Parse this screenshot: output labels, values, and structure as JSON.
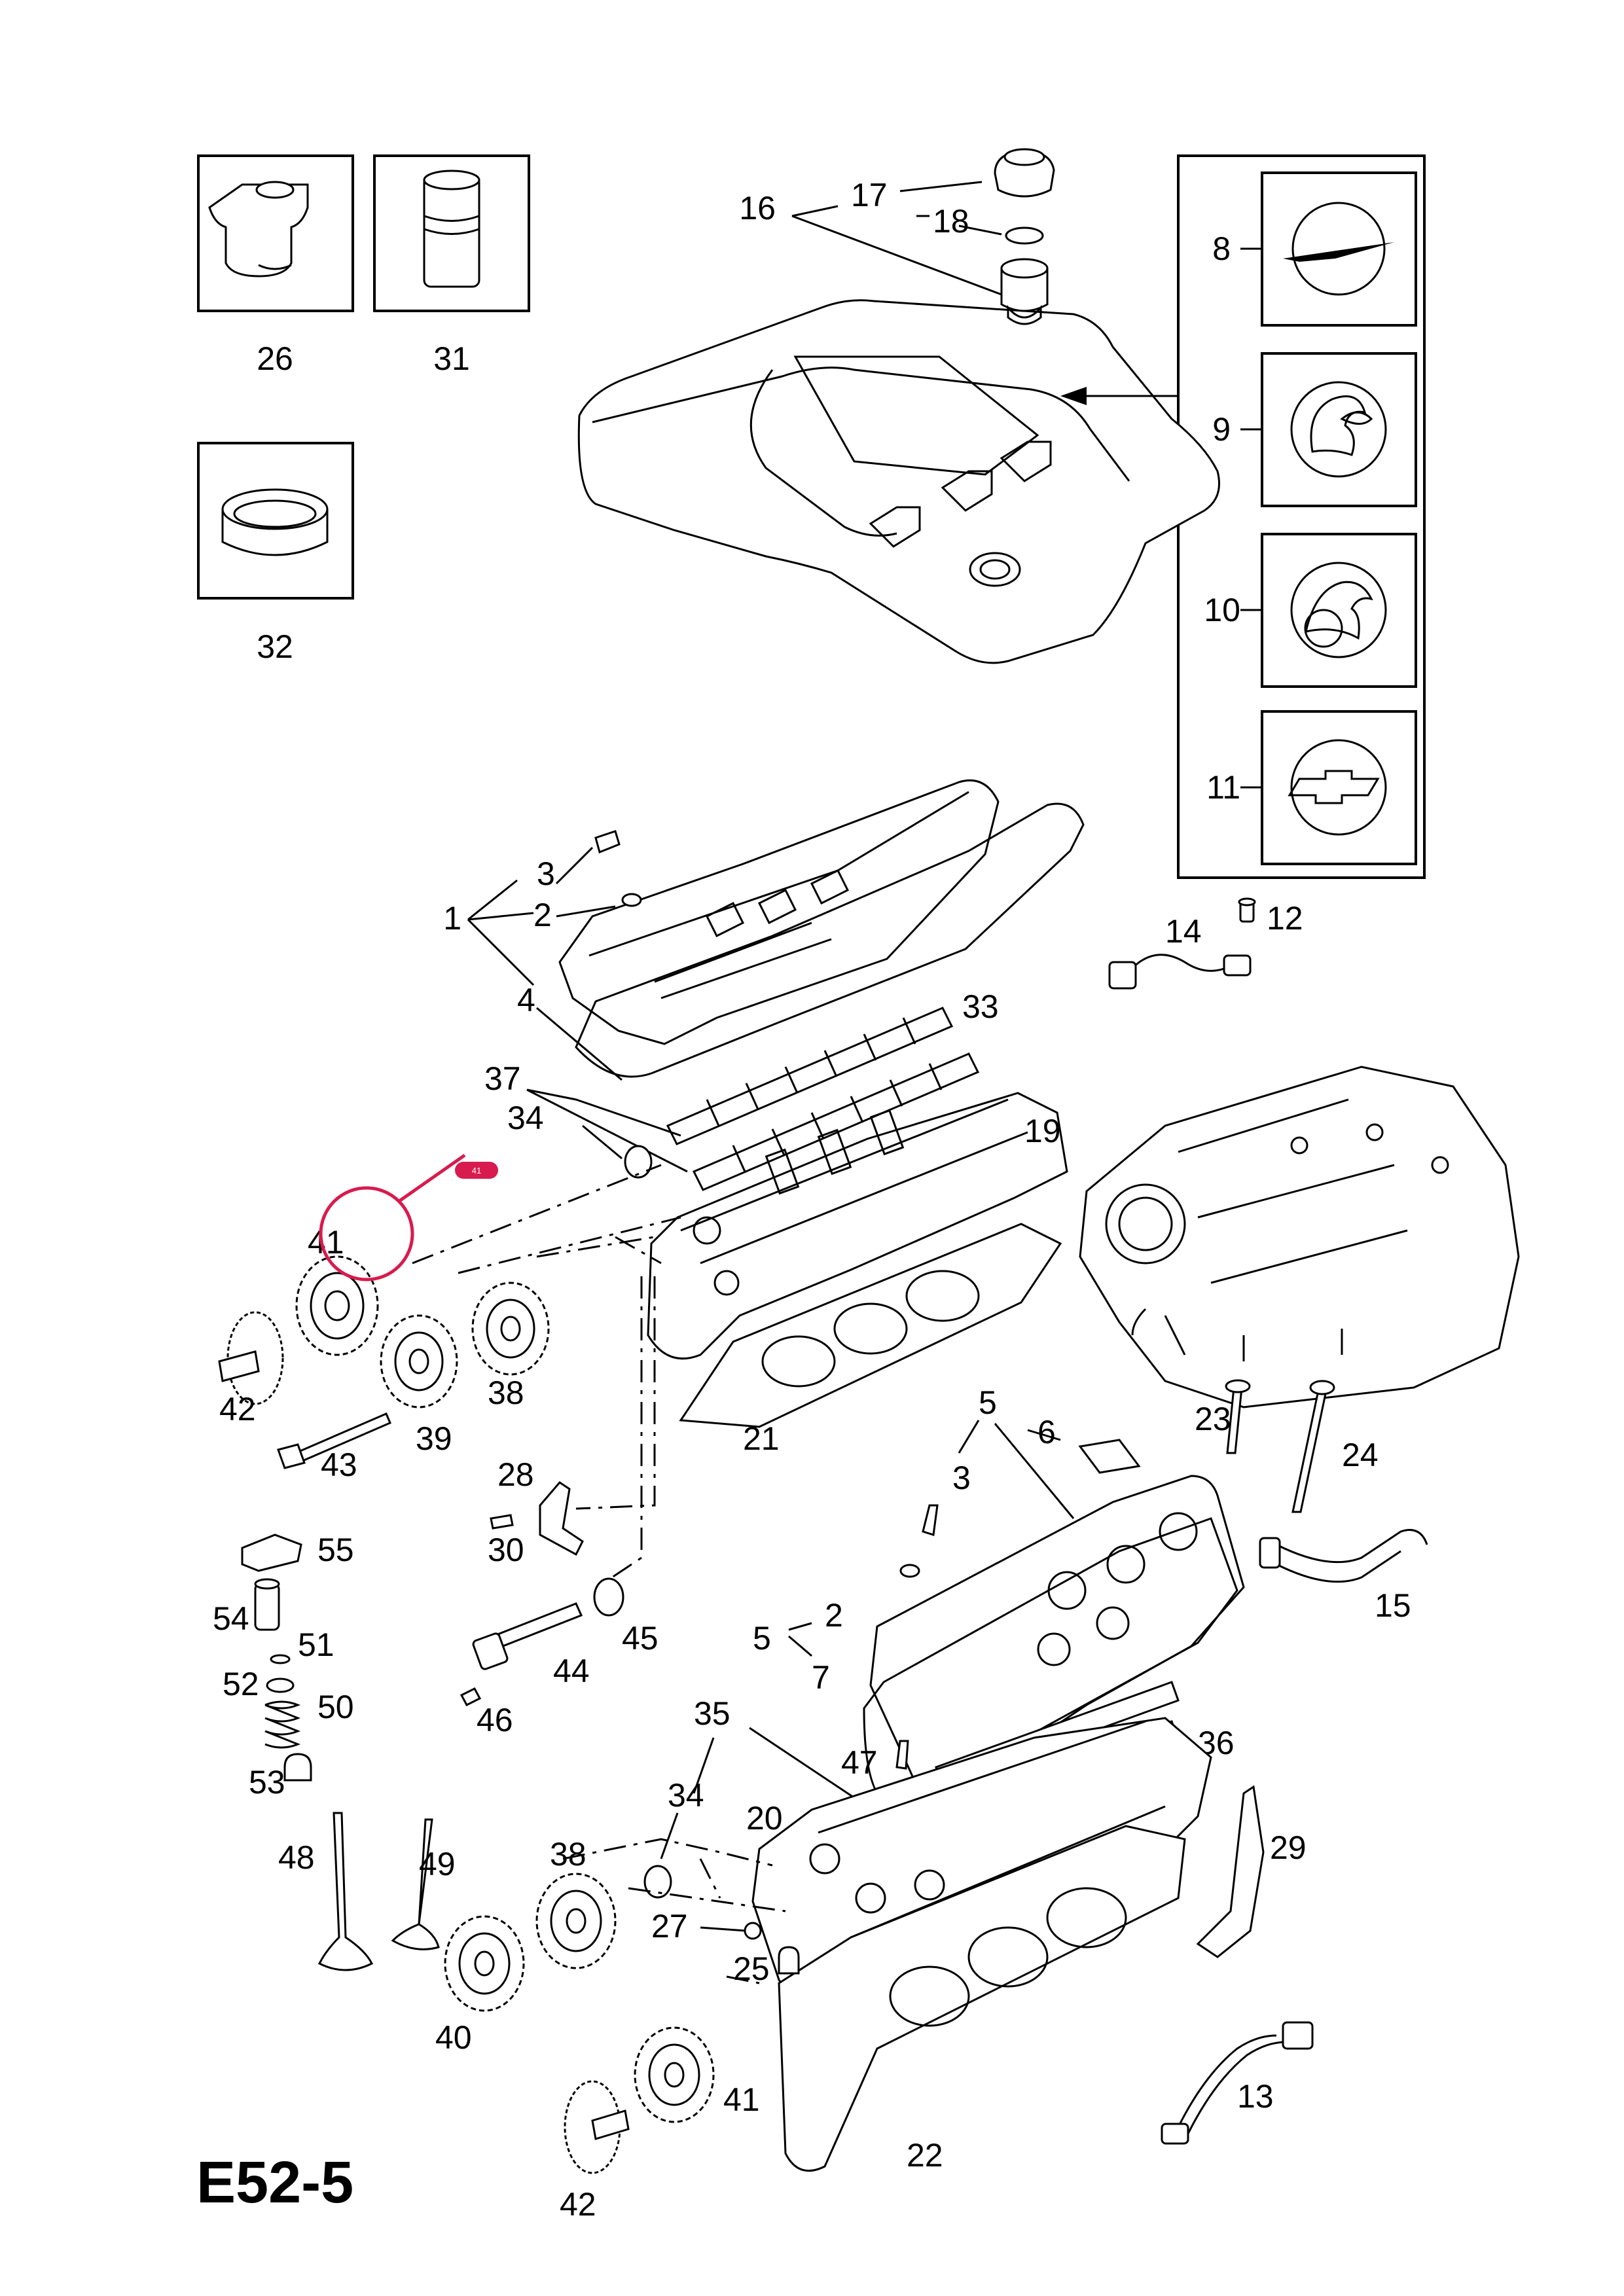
{
  "diagram": {
    "code": "E52-5",
    "highlight_badge": "41",
    "accent_color": "#d81b4e",
    "line_color": "#000000",
    "callouts": {
      "c1": "1",
      "c2a": "2",
      "c3a": "3",
      "c4": "4",
      "c5a": "5",
      "c5b": "5",
      "c2b": "2",
      "c3b": "3",
      "c6": "6",
      "c7": "7",
      "c8": "8",
      "c9": "9",
      "c10": "10",
      "c11": "11",
      "c12": "12",
      "c13": "13",
      "c14": "14",
      "c15": "15",
      "c16": "16",
      "c17": "17",
      "c18": "18",
      "c19": "19",
      "c20": "20",
      "c21": "21",
      "c22": "22",
      "c23": "23",
      "c24": "24",
      "c25": "25",
      "c26": "26",
      "c27": "27",
      "c28": "28",
      "c29": "29",
      "c30": "30",
      "c31": "31",
      "c32": "32",
      "c33": "33",
      "c34a": "34",
      "c34b": "34",
      "c35": "35",
      "c36": "36",
      "c37": "37",
      "c38a": "38",
      "c38b": "38",
      "c39": "39",
      "c40": "40",
      "c41a": "41",
      "c41b": "41",
      "c42a": "42",
      "c42b": "42",
      "c43": "43",
      "c44": "44",
      "c45": "45",
      "c46": "46",
      "c47": "47",
      "c48": "48",
      "c49": "49",
      "c50": "50",
      "c51": "51",
      "c52": "52",
      "c53": "53",
      "c54": "54",
      "c55": "55"
    }
  }
}
